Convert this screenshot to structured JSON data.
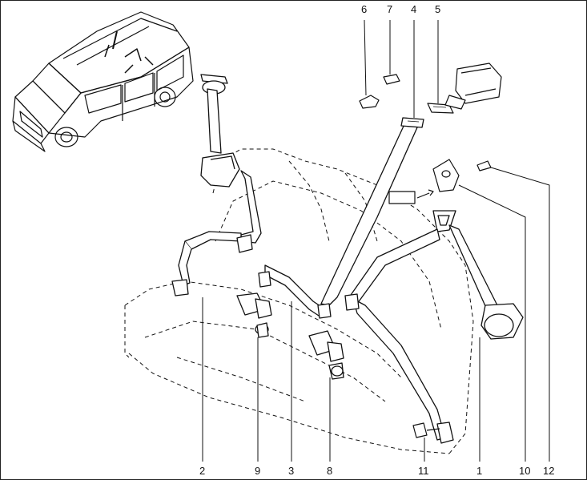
{
  "colors": {
    "line": "#111111",
    "background": "#ffffff"
  },
  "callouts": [
    {
      "id": "c6",
      "text": "6"
    },
    {
      "id": "c7",
      "text": "7"
    },
    {
      "id": "c4",
      "text": "4"
    },
    {
      "id": "c5",
      "text": "5"
    },
    {
      "id": "c2",
      "text": "2"
    },
    {
      "id": "c9",
      "text": "9"
    },
    {
      "id": "c3",
      "text": "3"
    },
    {
      "id": "c8",
      "text": "8"
    },
    {
      "id": "c11",
      "text": "11"
    },
    {
      "id": "c1",
      "text": "1"
    },
    {
      "id": "c10",
      "text": "10"
    },
    {
      "id": "c12",
      "text": "12"
    }
  ]
}
